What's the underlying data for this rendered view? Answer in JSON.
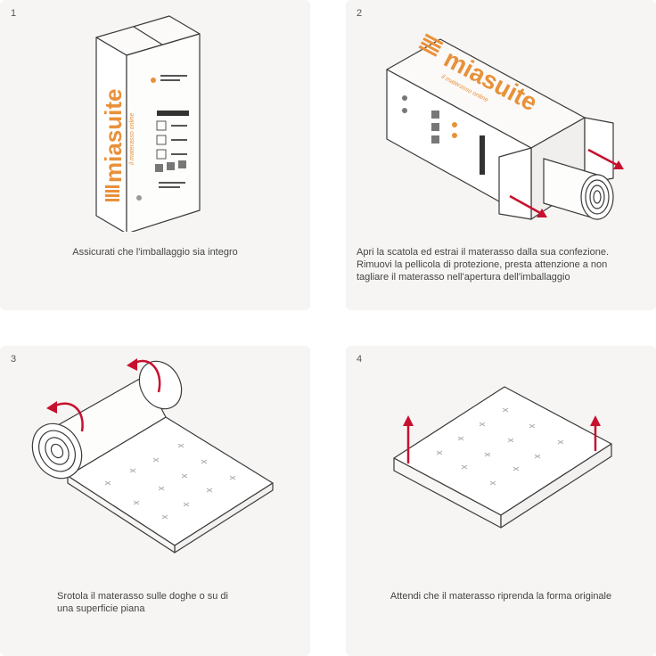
{
  "steps": [
    {
      "number": "1",
      "caption": "Assicurati che l'imballaggio sia integro"
    },
    {
      "number": "2",
      "caption_lines": [
        "Apri la scatola ed estrai il materasso dalla sua confezione.",
        "Rimuovi la pellicola di protezione, presta attenzione a non",
        "tagliare il materasso nell'apertura dell'imballaggio"
      ]
    },
    {
      "number": "3",
      "caption_lines": [
        "Srotola il materasso sulle doghe o su di",
        "una superficie piana"
      ]
    },
    {
      "number": "4",
      "caption": "Attendi che il materasso riprenda la forma originale"
    }
  ],
  "brand": {
    "name": "miasuite",
    "tagline": "il materasso online",
    "accent_color": "#e8913a"
  },
  "colors": {
    "card_bg": "#f6f5f3",
    "line": "#3a3a3a",
    "arrow": "#c8102e"
  },
  "icons": [
    "box-icon",
    "mattress-roll-icon",
    "mattress-icon",
    "arrow-icon"
  ]
}
